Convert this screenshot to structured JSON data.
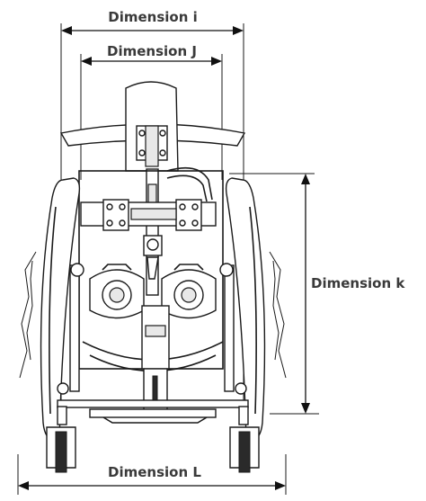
{
  "dimensions": {
    "i": "Dimension i",
    "j": "Dimension J",
    "k": "Dimension k",
    "l": "Dimension L"
  }
}
